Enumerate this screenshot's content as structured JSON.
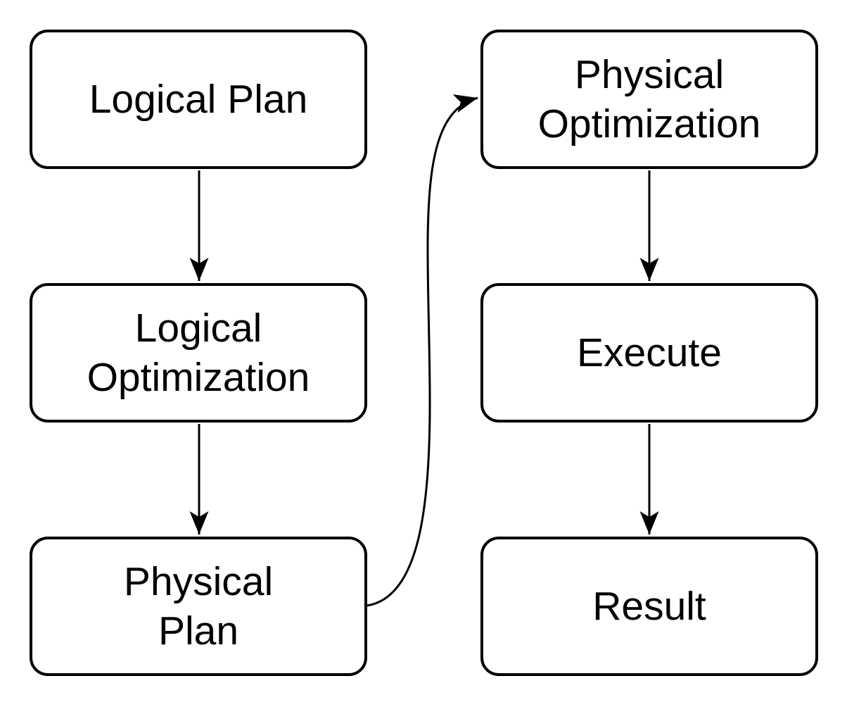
{
  "diagram": {
    "background_color": "#ffffff",
    "node_fill_color": "#ffffff",
    "stroke_color": "#000000",
    "nodes": [
      {
        "id": "logical-plan",
        "label": "Logical Plan",
        "column": "left",
        "row": 0
      },
      {
        "id": "logical-optimization",
        "label": "Logical\nOptimization",
        "column": "left",
        "row": 1
      },
      {
        "id": "physical-plan",
        "label": "Physical\nPlan",
        "column": "left",
        "row": 2
      },
      {
        "id": "physical-optimization",
        "label": "Physical\nOptimization",
        "column": "right",
        "row": 0
      },
      {
        "id": "execute",
        "label": "Execute",
        "column": "right",
        "row": 1
      },
      {
        "id": "result",
        "label": "Result",
        "column": "right",
        "row": 2
      }
    ],
    "edges": [
      {
        "from": "logical-plan",
        "to": "logical-optimization",
        "style": "straight-down"
      },
      {
        "from": "logical-optimization",
        "to": "physical-plan",
        "style": "straight-down"
      },
      {
        "from": "physical-plan",
        "to": "physical-optimization",
        "style": "s-curve-up"
      },
      {
        "from": "physical-optimization",
        "to": "execute",
        "style": "straight-down"
      },
      {
        "from": "execute",
        "to": "result",
        "style": "straight-down"
      }
    ]
  }
}
